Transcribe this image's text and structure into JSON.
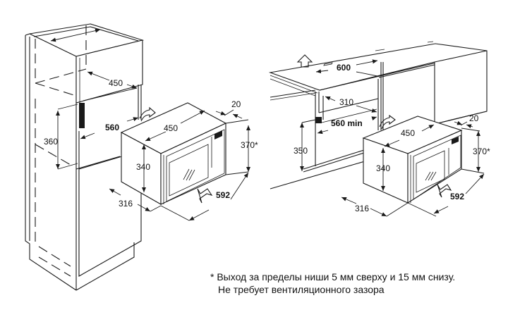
{
  "diagram_left": {
    "title": "Tall cabinet installation",
    "dimensions": {
      "niche_depth": "450",
      "niche_width": "560",
      "niche_height": "360",
      "oven_depth": "450",
      "oven_height": "340",
      "oven_side": "316",
      "oven_width": "592",
      "front_offset": "20",
      "front_height": "370*"
    }
  },
  "diagram_right": {
    "title": "Wall cabinet installation",
    "dimensions": {
      "cabinet_width": "600",
      "cabinet_depth": "310",
      "niche_width": "560 min",
      "niche_height": "350",
      "oven_depth": "450",
      "oven_height": "340",
      "oven_side": "316",
      "oven_width": "592",
      "front_offset": "20",
      "front_height": "370*"
    }
  },
  "footnote": {
    "line1": "* Выход за пределы ниши 5 мм сверху и 15 мм снизу.",
    "line2": "Не требует вентиляционного зазора"
  },
  "colors": {
    "ink": "#1a1a1a",
    "background": "#ffffff"
  }
}
